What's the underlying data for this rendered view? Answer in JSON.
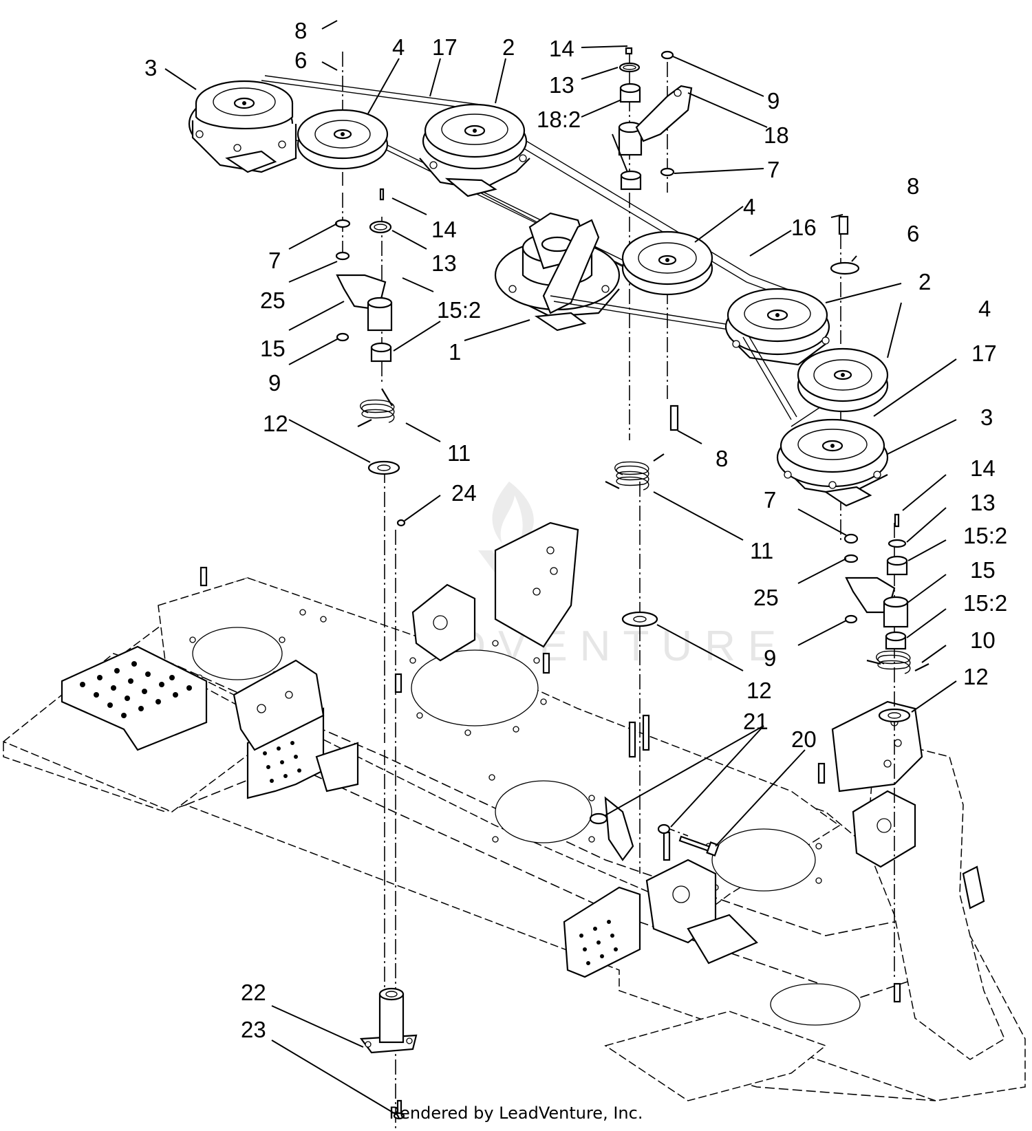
{
  "watermark": "LEADVENTURE",
  "footer": "Rendered by LeadVenture, Inc.",
  "callouts": [
    "8",
    "6",
    "4",
    "17",
    "2",
    "3",
    "14",
    "13",
    "18:2",
    "9",
    "18",
    "7",
    "14",
    "13",
    "7",
    "25",
    "15:2",
    "15",
    "9",
    "1",
    "12",
    "11",
    "24",
    "4",
    "16",
    "8",
    "6",
    "2",
    "4",
    "17",
    "3",
    "8",
    "11",
    "14",
    "13",
    "15:2",
    "7",
    "25",
    "15",
    "15:2",
    "9",
    "10",
    "12",
    "12",
    "21",
    "20",
    "22",
    "23"
  ]
}
